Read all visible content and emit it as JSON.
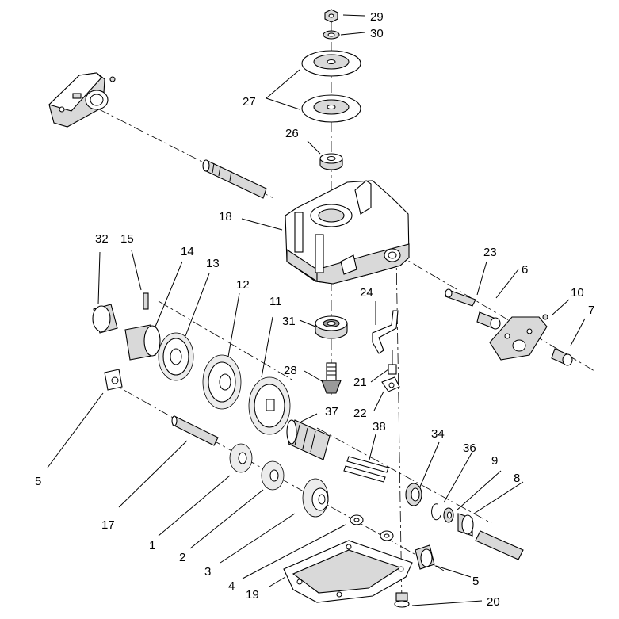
{
  "labels": {
    "p1": "1",
    "p2": "2",
    "p3": "3",
    "p4": "4",
    "p5a": "5",
    "p5b": "5",
    "p6": "6",
    "p7": "7",
    "p8": "8",
    "p9": "9",
    "p10": "10",
    "p11": "11",
    "p12": "12",
    "p13": "13",
    "p14": "14",
    "p15": "15",
    "p17": "17",
    "p18": "18",
    "p19": "19",
    "p20": "20",
    "p21": "21",
    "p22": "22",
    "p23": "23",
    "p24": "24",
    "p26": "26",
    "p27": "27",
    "p28": "28",
    "p29": "29",
    "p30": "30",
    "p31": "31",
    "p32": "32",
    "p34": "34",
    "p36": "36",
    "p37": "37",
    "p38": "38"
  },
  "colors": {
    "line": "#000000",
    "fill_light": "#d9d9d9",
    "fill_dark": "#9a9a9a",
    "background": "#ffffff"
  }
}
